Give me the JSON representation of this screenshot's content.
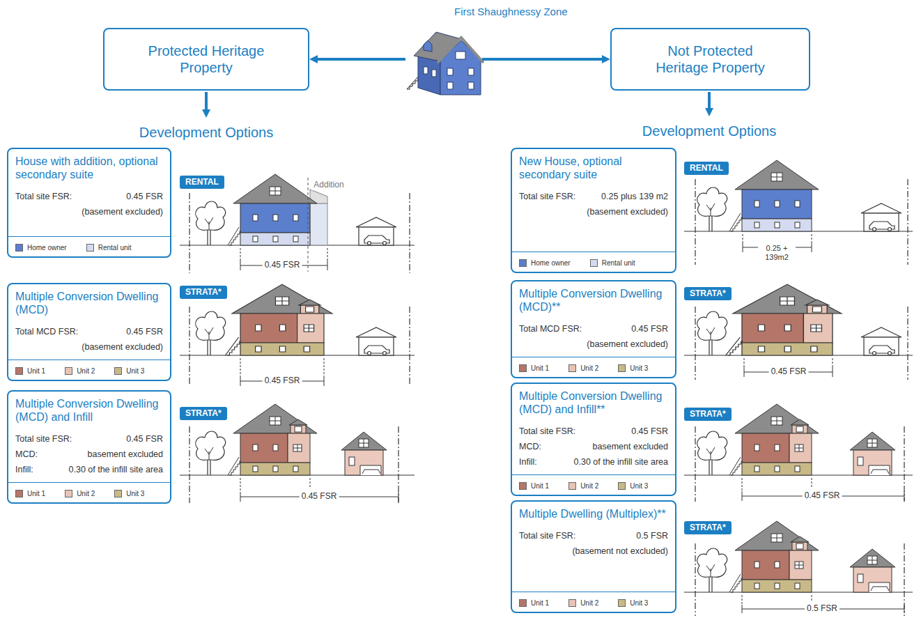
{
  "diagram": {
    "nodes": [
      {
        "text": [
          "First Shaughnessy Zone"
        ]
      },
      {
        "text": [
          "Protected Heritage Property"
        ]
      },
      {
        "text": [
          "Not Protected Heritage Property"
        ]
      },
      {
        "text": [
          "House with addition, optional secondary suite",
          "Total site FSR:",
          "0.45 FSR",
          "(basement excluded)"
        ]
      },
      {
        "text": [
          "RENTAL"
        ]
      },
      {
        "text": [
          "Multiple Conversion Dwelling (MCD)",
          "Total MCD FSR:",
          "0.45 FSR",
          "(basement excluded)"
        ]
      },
      {
        "text": [
          "STRATA*"
        ]
      },
      {
        "text": [
          "Multiple Conversion Dwelling (MCD) and Infill",
          "Total site FSR:",
          "0.45 FSR",
          "MCD:",
          "basement excluded",
          "Infill:",
          "0.30 of the infill site area"
        ]
      },
      {
        "text": [
          "STRATA*"
        ]
      },
      {
        "text": [
          "New House, optional secondary suite",
          "Total site FSR:",
          "0.25 plus 139 m2",
          "(basement excluded)"
        ]
      },
      {
        "text": [
          "RENTAL"
        ]
      },
      {
        "text": [
          "Multiple Conversion Dwelling (MCD)**",
          "Total MCD FSR:",
          "0.45 FSR",
          "(basement excluded)"
        ]
      },
      {
        "text": [
          "STRATA*"
        ]
      },
      {
        "text": [
          "Multiple Conversion Dwelling (MCD) and Infill**",
          "Total site FSR:",
          "0.45 FSR",
          "MCD:",
          "basement excluded",
          "Infill:",
          "0.30 of the infill site area"
        ]
      },
      {
        "text": [
          "STRATA*"
        ]
      },
      {
        "text": [
          "Multiple Dwelling (Multiplex)**",
          "Total site FSR:",
          "0.5 FSR",
          "(basement not excluded)"
        ]
      },
      {
        "text": [
          "STRATA*"
        ]
      }
    ],
    "edges": [
      {
        "from": 0,
        "to": 1,
        "arrow": "to"
      },
      {
        "from": 0,
        "to": 2,
        "arrow": "to"
      }
    ],
    "labels": [
      "Development Options",
      "Development Options",
      "Addition",
      "0.45 FSR",
      "0.45 FSR",
      "0.45 FSR",
      "0.25 + 139m2",
      "0.45 FSR",
      "0.45 FSR",
      "0.5 FSR"
    ],
    "legend": [
      {
        "text": "Home owner",
        "color": "#5b7fcc"
      },
      {
        "text": "Rental unit",
        "color": "#d4dbf0"
      },
      {
        "text": "Unit 1",
        "color": "#b5766a"
      },
      {
        "text": "Unit 2",
        "color": "#e8c4b6"
      },
      {
        "text": "Unit 3",
        "color": "#c8b988"
      },
      {
        "text": "Unit 1",
        "color": "#b5766a"
      },
      {
        "text": "Unit 2",
        "color": "#e8c4b6"
      },
      {
        "text": "Unit 3",
        "color": "#c8b988"
      },
      {
        "text": "Home owner",
        "color": "#5b7fcc"
      },
      {
        "text": "Rental unit",
        "color": "#d4dbf0"
      },
      {
        "text": "Unit 1",
        "color": "#b5766a"
      },
      {
        "text": "Unit 2",
        "color": "#e8c4b6"
      },
      {
        "text": "Unit 3",
        "color": "#c8b988"
      },
      {
        "text": "Unit 1",
        "color": "#b5766a"
      },
      {
        "text": "Unit 2",
        "color": "#e8c4b6"
      },
      {
        "text": "Unit 3",
        "color": "#c8b988"
      },
      {
        "text": "Unit 1",
        "color": "#b5766a"
      },
      {
        "text": "Unit 2",
        "color": "#e8c4b6"
      },
      {
        "text": "Unit 3",
        "color": "#c8b988"
      }
    ]
  }
}
